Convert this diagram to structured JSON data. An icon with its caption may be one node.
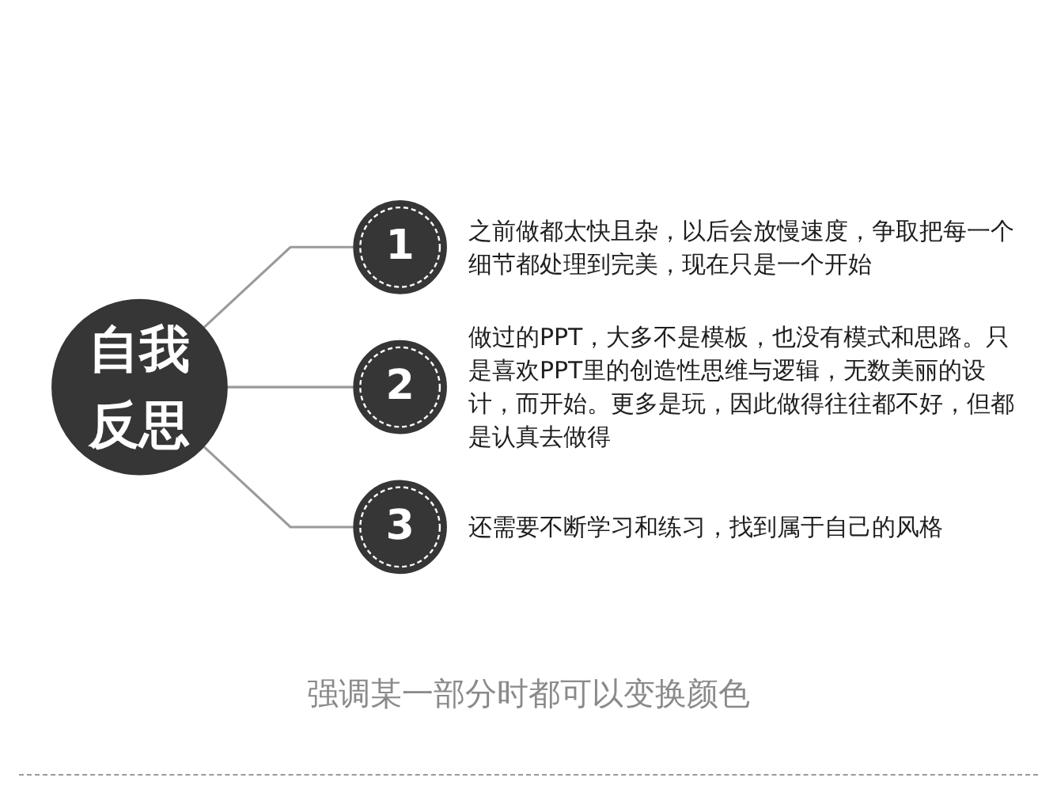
{
  "diagram": {
    "caption": "强调某一部分时都可以变换颜色",
    "nodes": [
      {
        "text": [
          "自我反思"
        ]
      },
      {
        "text": [
          "1"
        ],
        "beside": [
          "之前做都太快且杂，以后会放慢速度，争取把每一个细节都处理到完美，现在只是一个开始"
        ]
      },
      {
        "text": [
          "2"
        ],
        "beside": [
          "做过的PPT，大多不是模板，也没有模式和思路。只是喜欢PPT里的创造性思维与逻辑，无数美丽的设计，而开始。更多是玩，因此做得往往都不好，但都是认真去做得"
        ]
      },
      {
        "text": [
          "3"
        ],
        "beside": [
          "还需要不断学习和练习，找到属于自己的风格"
        ]
      }
    ],
    "edges": [
      {
        "from": 0,
        "to": 1,
        "arrow": "none"
      },
      {
        "from": 0,
        "to": 2,
        "arrow": "none"
      },
      {
        "from": 0,
        "to": 3,
        "arrow": "none"
      }
    ]
  }
}
